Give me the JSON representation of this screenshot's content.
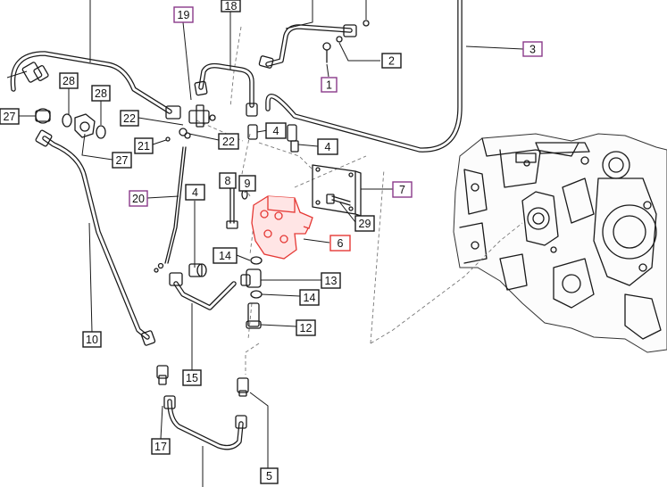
{
  "diagram": {
    "colors": {
      "line": "#1a1a1a",
      "default_border": "#1a1a1a",
      "purple_border": "#8a3a8a",
      "highlight": "#e53935"
    },
    "callouts": [
      {
        "id": "c1",
        "label": "1",
        "style": "purple"
      },
      {
        "id": "c2",
        "label": "2",
        "style": "default"
      },
      {
        "id": "c3",
        "label": "3",
        "style": "purple"
      },
      {
        "id": "c4a",
        "label": "4",
        "style": "default"
      },
      {
        "id": "c4b",
        "label": "4",
        "style": "default"
      },
      {
        "id": "c4c",
        "label": "4",
        "style": "default"
      },
      {
        "id": "c5",
        "label": "5",
        "style": "default"
      },
      {
        "id": "c6",
        "label": "6",
        "style": "highlight"
      },
      {
        "id": "c7",
        "label": "7",
        "style": "purple"
      },
      {
        "id": "c8",
        "label": "8",
        "style": "default"
      },
      {
        "id": "c9",
        "label": "9",
        "style": "default"
      },
      {
        "id": "c10",
        "label": "10",
        "style": "default"
      },
      {
        "id": "c12",
        "label": "12",
        "style": "default"
      },
      {
        "id": "c13",
        "label": "13",
        "style": "default"
      },
      {
        "id": "c14a",
        "label": "14",
        "style": "default"
      },
      {
        "id": "c14b",
        "label": "14",
        "style": "default"
      },
      {
        "id": "c15",
        "label": "15",
        "style": "default"
      },
      {
        "id": "c17",
        "label": "17",
        "style": "default"
      },
      {
        "id": "c18",
        "label": "18",
        "style": "default"
      },
      {
        "id": "c19",
        "label": "19",
        "style": "purple"
      },
      {
        "id": "c20",
        "label": "20",
        "style": "purple"
      },
      {
        "id": "c21",
        "label": "21",
        "style": "default"
      },
      {
        "id": "c22a",
        "label": "22",
        "style": "default"
      },
      {
        "id": "c22b",
        "label": "22",
        "style": "default"
      },
      {
        "id": "c27a",
        "label": "27",
        "style": "default"
      },
      {
        "id": "c27b",
        "label": "27",
        "style": "default"
      },
      {
        "id": "c28a",
        "label": "28",
        "style": "default"
      },
      {
        "id": "c28b",
        "label": "28",
        "style": "default"
      },
      {
        "id": "c29",
        "label": "29",
        "style": "default"
      }
    ]
  }
}
